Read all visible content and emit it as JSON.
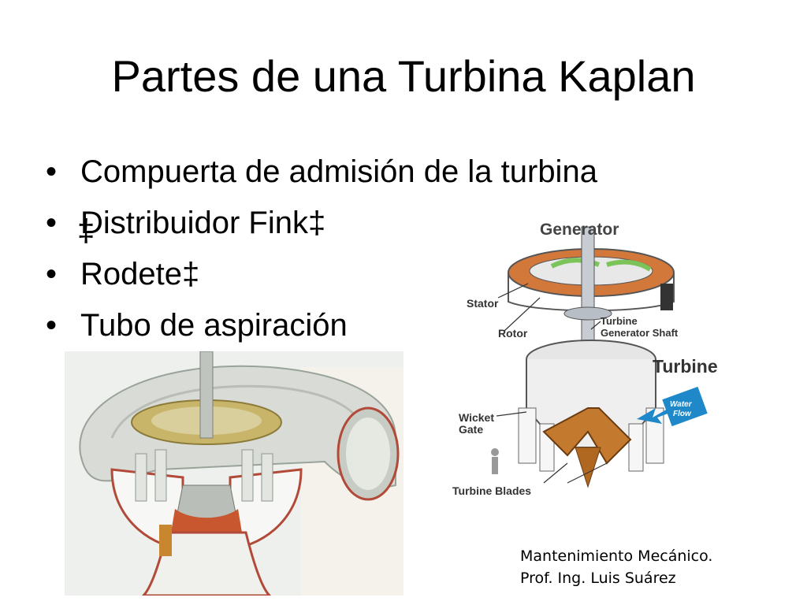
{
  "slide": {
    "title": "Partes de una Turbina Kaplan",
    "bullets": [
      {
        "marker": "•",
        "text": "Compuerta de admisión de la turbina"
      },
      {
        "marker": "•",
        "text": "Distribuidor Fink‡",
        "overlap_glyph": "‡"
      },
      {
        "marker": "•",
        "text": "Rodete‡"
      },
      {
        "marker": "•",
        "text": "Tubo de aspiración"
      }
    ],
    "footer_line1": "Mantenimiento Mecánico.",
    "footer_line2": "Prof. Ing. Luis Suárez"
  },
  "diagram": {
    "generator_label": "Generator",
    "stator_label": "Stator",
    "rotor_label": "Rotor",
    "shaft_label_1": "Turbine",
    "shaft_label_2": "Generator Shaft",
    "turbine_label": "Turbine",
    "water_flow_1": "Water",
    "water_flow_2": "Flow",
    "wicket_label_1": "Wicket",
    "wicket_label_2": "Gate",
    "blades_label": "Turbine Blades"
  }
}
